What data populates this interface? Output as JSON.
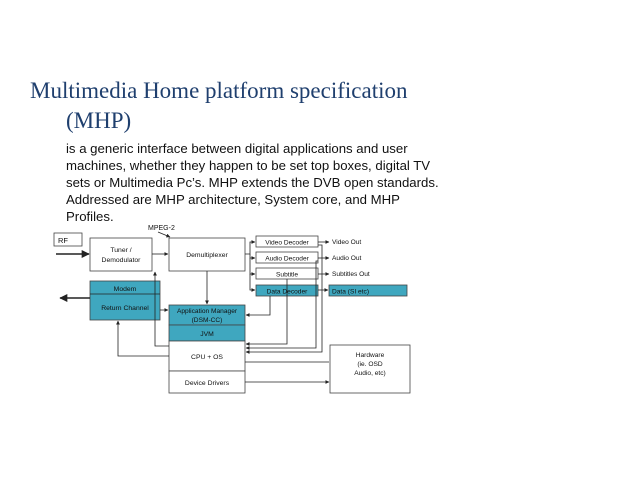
{
  "slide": {
    "title_line1": "Multimedia Home platform specification",
    "title_line2": "(MHP)",
    "body_lines": [
      "is a generic interface between digital applications and user",
      "machines, whether they happen to be set top boxes, digital TV",
      "sets or Multimedia Pc’s. MHP extends the DVB open standards.",
      "Addressed are MHP architecture, System core, and MHP",
      "Profiles."
    ]
  },
  "diagram": {
    "rf": "RF",
    "mpeg2": "MPEG-2",
    "tuner_line1": "Tuner /",
    "tuner_line2": "Demodulator",
    "demux": "Demultiplexer",
    "modem": "Modem",
    "return_channel": "Return Channel",
    "app_manager_line1": "Application Manager",
    "app_manager_line2": "(DSM-CC)",
    "jvm": "JVM",
    "cpu_os": "CPU + OS",
    "device_drivers": "Device Drivers",
    "video_decoder": "Video Decoder",
    "audio_decoder": "Audio Decoder",
    "subtitle": "Subtitle",
    "data_decoder": "Data Decoder",
    "video_out": "Video Out",
    "audio_out": "Audio Out",
    "subtitles_out": "Subtitles Out",
    "data_out": "Data (SI etc)",
    "hardware_line1": "Hardware",
    "hardware_line2": "(ie. OSD",
    "hardware_line3": "Audio, etc)",
    "colors": {
      "accent": "#3fa7bf",
      "title": "#1f3f6e",
      "gray": "#d8d8d8"
    }
  }
}
